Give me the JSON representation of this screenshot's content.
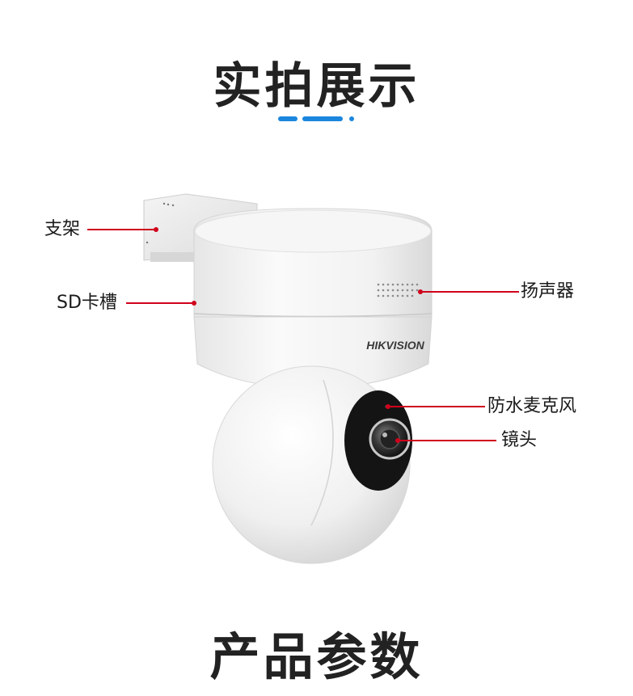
{
  "header": {
    "title": "实拍展示"
  },
  "brand": {
    "logo_text": "HIKVISION"
  },
  "callouts": {
    "bracket": "支架",
    "sd_slot": "SD卡槽",
    "speaker": "扬声器",
    "microphone": "防水麦克风",
    "lens": "镜头"
  },
  "footer": {
    "section_title": "产品参数"
  },
  "colors": {
    "accent": "#1b86de",
    "callout_line": "#d0021b",
    "text": "#1a1a1a"
  }
}
